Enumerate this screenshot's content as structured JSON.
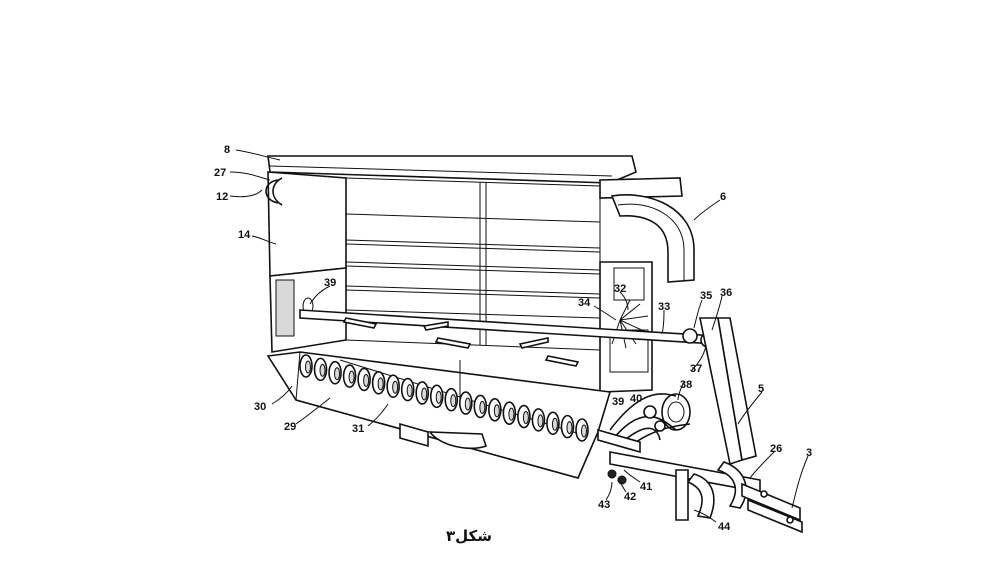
{
  "figure": {
    "caption": "شکل۳",
    "reference_numerals": [
      "8",
      "27",
      "12",
      "14",
      "6",
      "39",
      "34",
      "32",
      "33",
      "35",
      "36",
      "37",
      "38",
      "39",
      "40",
      "5",
      "26",
      "3",
      "30",
      "29",
      "31",
      "41",
      "42",
      "43",
      "44"
    ]
  }
}
